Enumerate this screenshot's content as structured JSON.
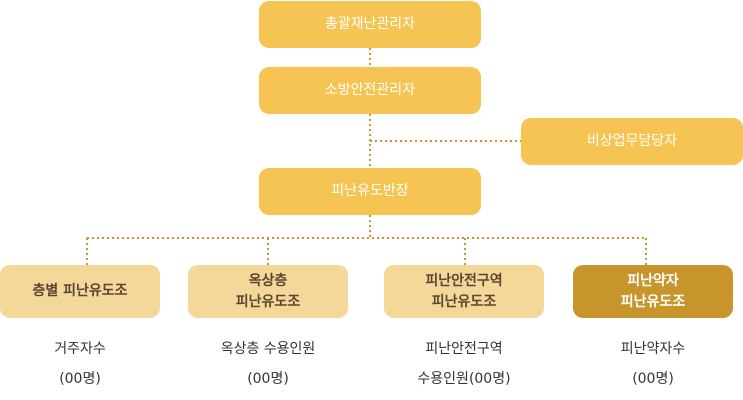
{
  "nodes": {
    "general_manager": "총괄재난관리자",
    "fire_safety_manager": "소방안전관리자",
    "emergency_officer": "비상업무담당자",
    "evacuation_leader": "피난유도반장"
  },
  "groups": [
    {
      "label": "층별 피난유도조",
      "caption": "거주자수\n(00명)"
    },
    {
      "label": "옥상층\n피난유도조",
      "caption": "옥상층 수용인원\n(00명)"
    },
    {
      "label": "피난안전구역\n피난유도조",
      "caption": "피난안전구역\n수용인원(00명)"
    },
    {
      "label": "피난약자\n피난유도조",
      "caption": "피난약자수\n(00명)"
    }
  ],
  "colors": {
    "node": "#f6c452",
    "group": "#f3d899",
    "group_highlight": "#c8952c",
    "connector": "#c9952e"
  }
}
